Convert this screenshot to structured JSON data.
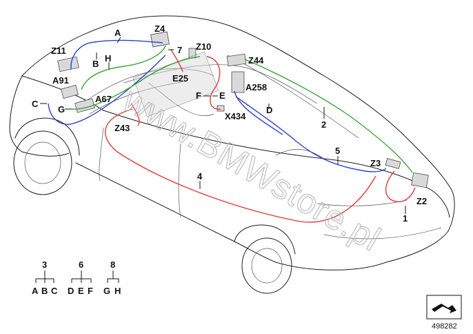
{
  "colors": {
    "blue": "#2b3fd6",
    "green": "#3aa33a",
    "red": "#e03a3a",
    "outline": "#1a1a1a",
    "component": "#d9d9d9"
  },
  "watermark": "www.BMWstore.pl",
  "labels": {
    "A": "A",
    "B": "B",
    "C": "C",
    "D": "D",
    "E": "E",
    "F": "F",
    "G": "G",
    "H": "H",
    "n1": "1",
    "n2": "2",
    "n4": "4",
    "n5": "5",
    "n7": "7",
    "Z2": "Z2",
    "Z3": "Z3",
    "Z4": "Z4",
    "Z10": "Z10",
    "Z11": "Z11",
    "Z43": "Z43",
    "Z44": "Z44",
    "A67": "A67",
    "A91": "A91",
    "A258": "A258",
    "E25": "E25",
    "X434": "X434"
  },
  "legend": [
    {
      "number": "3",
      "letters": [
        "A",
        "B",
        "C"
      ]
    },
    {
      "number": "6",
      "letters": [
        "D",
        "E",
        "F"
      ]
    },
    {
      "number": "8",
      "letters": [
        "G",
        "H"
      ]
    }
  ],
  "reference_number": "498282",
  "icons": [
    "direction-arrow-icon"
  ]
}
